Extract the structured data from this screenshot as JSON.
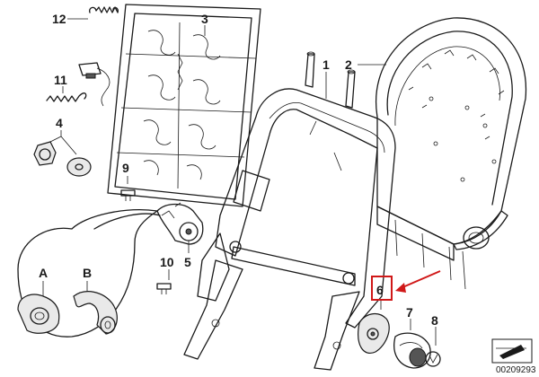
{
  "labels": {
    "l1": "1",
    "l2": "2",
    "l3": "3",
    "l4": "4",
    "l5": "5",
    "l6": "6",
    "l7": "7",
    "l8": "8",
    "l9": "9",
    "l10": "10",
    "l11": "11",
    "l12": "12",
    "lA": "A",
    "lB": "B"
  },
  "doc_number": "00209293",
  "colors": {
    "callout_red": "#d01818",
    "line": "#1a1a1a",
    "shade": "#e9e9e9"
  },
  "icons": {
    "corner_logo": "arrow-box-icon"
  }
}
